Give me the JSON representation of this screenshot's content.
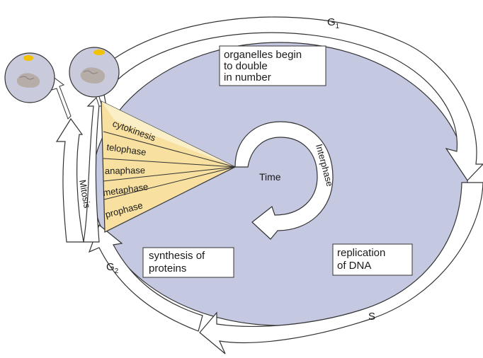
{
  "cycle": {
    "center_label": "Time",
    "interphase_label": "Interphase",
    "mitosis_label": "Mitosis",
    "g1_label": "G",
    "g1_sub": "1",
    "g2_label": "G",
    "g2_sub": "2",
    "s_label": "S",
    "colors": {
      "interphase_fill": "#c4c8e0",
      "mitosis_fill": "#f7e0a0",
      "mitosis_fill_light": "#fbefc8",
      "arrow_fill": "#ffffff",
      "outline": "#333333"
    }
  },
  "phases": [
    "cytokinesis",
    "telophase",
    "anaphase",
    "metaphase",
    "prophase"
  ],
  "boxes": {
    "g1": [
      "organelles begin",
      "to double",
      "in number"
    ],
    "g2": [
      "synthesis of",
      "proteins"
    ],
    "s": [
      "replication",
      "of DNA"
    ]
  },
  "cells": {
    "icon_names": [
      "daughter-cell-icon",
      "daughter-cell-icon"
    ]
  }
}
